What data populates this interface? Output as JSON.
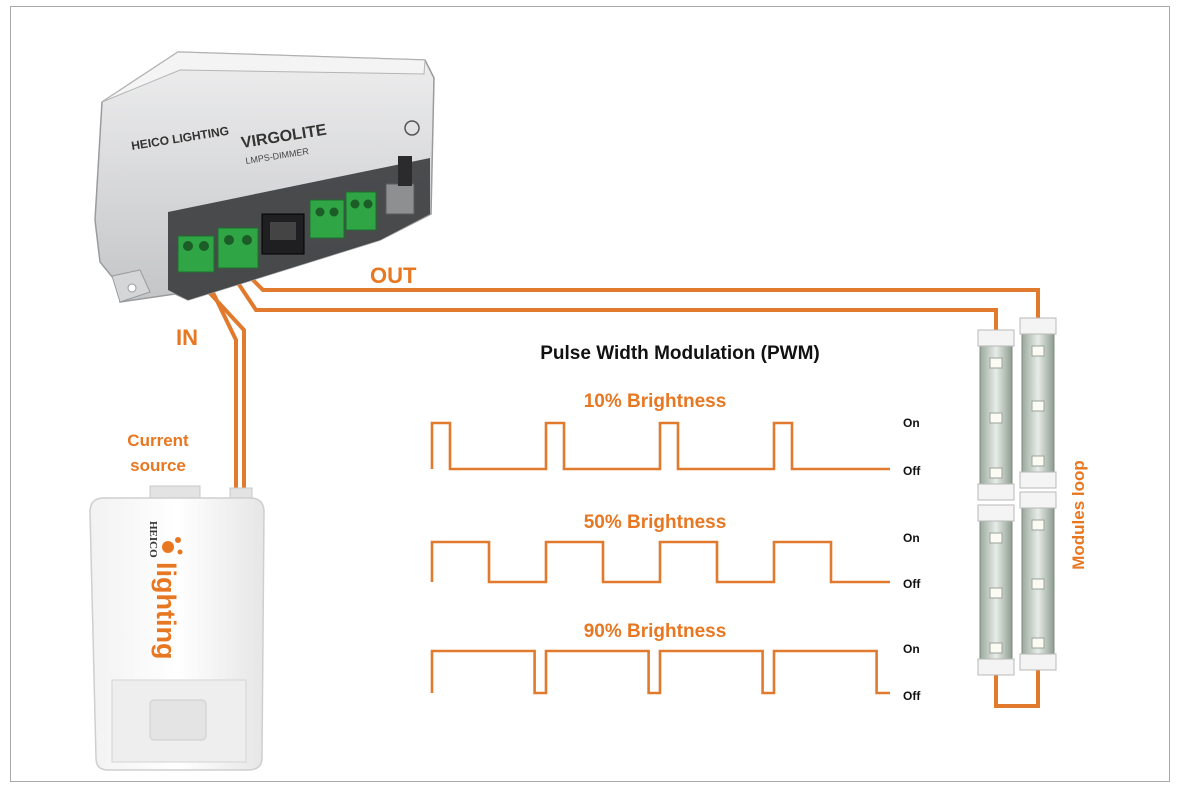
{
  "colors": {
    "accent_orange": "#e87722",
    "wire_orange": "#e27a2e",
    "frame_gray": "#a9a9a9",
    "device_gray": "#d9dadb",
    "terminal_green": "#2fa546",
    "text_black": "#111111"
  },
  "labels": {
    "out": "OUT",
    "in": "IN",
    "current_source_line1": "Current",
    "current_source_line2": "source",
    "pwm_title": "Pulse Width Modulation (PWM)",
    "modules_loop": "Modules loop"
  },
  "dimmer": {
    "brand": "HEICO LIGHTING",
    "product": "VIRGOLITE",
    "model": "LMPS-DIMMER"
  },
  "power_supply": {
    "brand_top": "HEICO",
    "brand": "lighting"
  },
  "waveforms": [
    {
      "label": "10% Brightness",
      "duty_fraction": 0.1,
      "pulses": 4,
      "on_label": "On",
      "off_label": "Off"
    },
    {
      "label": "50% Brightness",
      "duty_fraction": 0.5,
      "pulses": 4,
      "on_label": "On",
      "off_label": "Off"
    },
    {
      "label": "90% Brightness",
      "duty_fraction": 0.9,
      "pulses": 4,
      "on_label": "On",
      "off_label": "Off"
    }
  ]
}
